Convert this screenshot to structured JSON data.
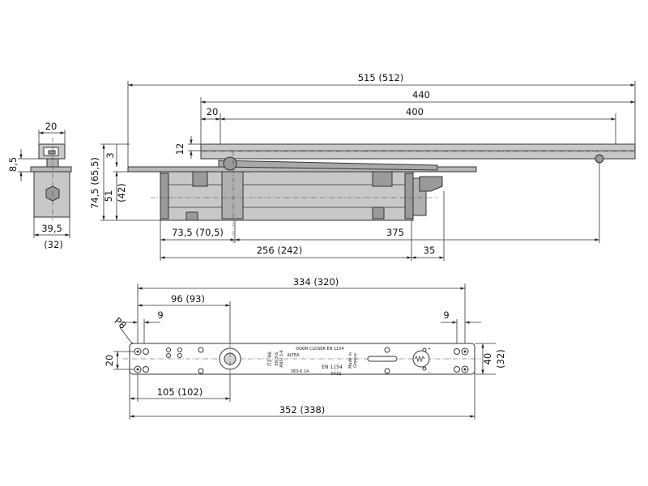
{
  "dims": {
    "d515": "515 (512)",
    "d440": "440",
    "d400": "400",
    "d20top": "20",
    "d12": "12",
    "d3": "3",
    "d745": "74,5 (65,5)",
    "d51": "51",
    "d42": "(42)",
    "d735": "73,5 (70,5)",
    "d375": "375",
    "d256": "256 (242)",
    "d35": "35",
    "s20": "20",
    "s85": "8,5",
    "s395": "39,5",
    "s32": "(32)",
    "d334": "334 (320)",
    "d96": "96 (93)",
    "d9a": "9",
    "d9b": "9",
    "p8": "P8",
    "d20b": "20",
    "d40": "40",
    "d32b": "(32)",
    "d105": "105 (102)",
    "d352": "352 (338)"
  },
  "plate": {
    "model": "ΠΣ 96",
    "std1": "EN 3-6",
    "std2": "ANSI 3-6",
    "brand": "ALTEA",
    "ce_top": "DOOR CLOSER EN 1154",
    "code": "383-6 14",
    "en": "EN 1154",
    "num": "0432",
    "mfg1": "Made in",
    "mfg2": "Greece"
  },
  "colors": {
    "body": "#c8c8c8",
    "dark": "#9a9a9a",
    "line": "#333333"
  }
}
